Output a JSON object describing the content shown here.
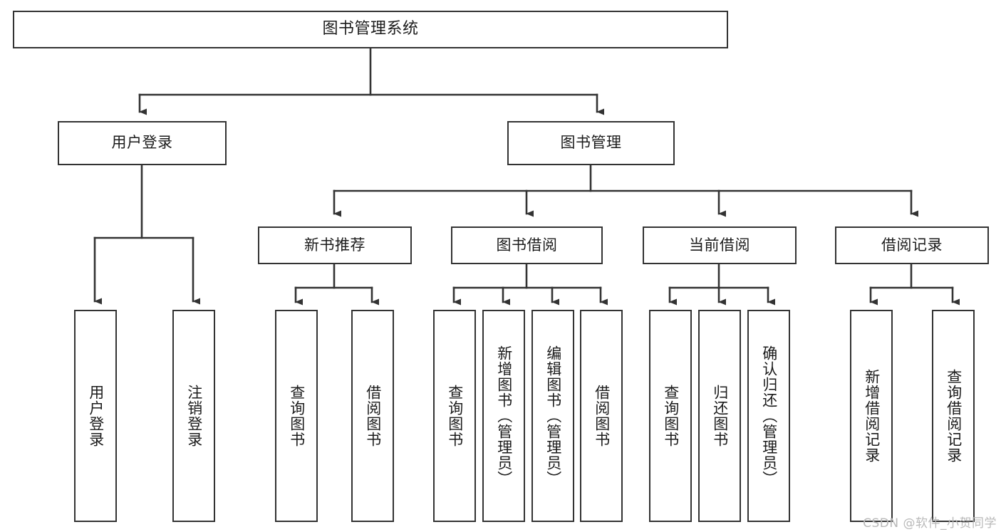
{
  "diagram": {
    "type": "tree-hierarchy-chart",
    "title": "图书管理系统",
    "watermark": "CSDN @软件_小贺同学",
    "colors": {
      "box_border": "#333333",
      "box_fill": "#ffffff",
      "connector": "#333333",
      "text": "#1b1b1b",
      "watermark": "#b9b9b9"
    },
    "nodes": {
      "root": {
        "label": "图书管理系统"
      },
      "level2": [
        {
          "id": "user-login",
          "label": "用户登录"
        },
        {
          "id": "book-management",
          "label": "图书管理"
        }
      ],
      "level3": [
        {
          "id": "new-book-recommend",
          "label": "新书推荐"
        },
        {
          "id": "book-borrow",
          "label": "图书借阅"
        },
        {
          "id": "current-borrow",
          "label": "当前借阅"
        },
        {
          "id": "borrow-record",
          "label": "借阅记录"
        }
      ],
      "leaves": {
        "user_login": [
          {
            "id": "leaf-user-login",
            "label": "用户登录"
          },
          {
            "id": "leaf-logout-login",
            "label": "注销登录"
          }
        ],
        "new_book_recommend": [
          {
            "id": "leaf-query-book-1",
            "label": "查询图书"
          },
          {
            "id": "leaf-borrow-book-1",
            "label": "借阅图书"
          }
        ],
        "book_borrow": [
          {
            "id": "leaf-query-book-2",
            "label": "查询图书"
          },
          {
            "id": "leaf-add-book",
            "label": "新增图书（管理员）"
          },
          {
            "id": "leaf-edit-book",
            "label": "编辑图书（管理员）"
          },
          {
            "id": "leaf-borrow-book-2",
            "label": "借阅图书"
          }
        ],
        "current_borrow": [
          {
            "id": "leaf-query-book-3",
            "label": "查询图书"
          },
          {
            "id": "leaf-return-book",
            "label": "归还图书"
          },
          {
            "id": "leaf-confirm-return",
            "label": "确认归还（管理员）"
          }
        ],
        "borrow_record": [
          {
            "id": "leaf-add-borrow-record",
            "label": "新增借阅记录"
          },
          {
            "id": "leaf-query-borrow-record",
            "label": "查询借阅记录"
          }
        ]
      }
    }
  }
}
